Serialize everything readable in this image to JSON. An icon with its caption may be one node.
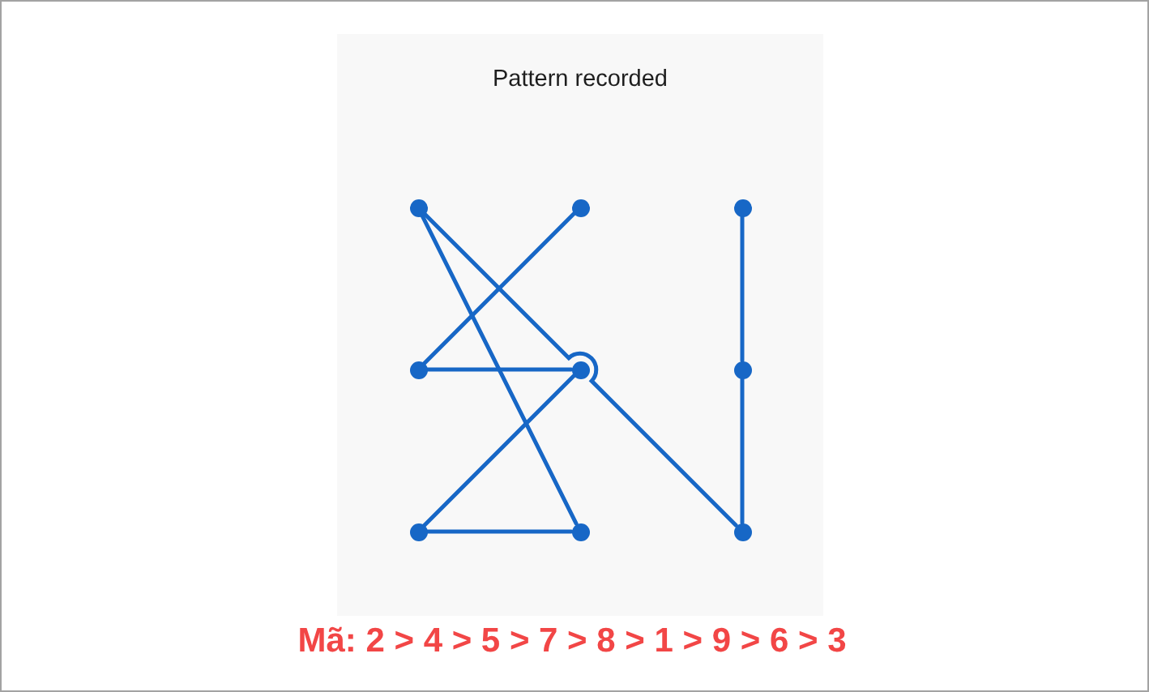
{
  "diagram": {
    "title": "Pattern recorded",
    "caption": "Mã: 2 > 4 > 5 > 7 > 8 > 1 > 9 > 6 > 3",
    "nodes": [
      {
        "text": [],
        "shape": "circle"
      },
      {
        "text": [],
        "shape": "circle"
      },
      {
        "text": [],
        "shape": "circle"
      },
      {
        "text": [],
        "shape": "circle"
      },
      {
        "text": [],
        "shape": "circle"
      },
      {
        "text": [],
        "shape": "circle"
      },
      {
        "text": [],
        "shape": "circle"
      },
      {
        "text": [],
        "shape": "circle"
      },
      {
        "text": [],
        "shape": "circle"
      }
    ],
    "edges": [
      {
        "from": 1,
        "to": 3,
        "arrow": "none"
      },
      {
        "from": 3,
        "to": 4,
        "arrow": "none"
      },
      {
        "from": 4,
        "to": 6,
        "arrow": "none"
      },
      {
        "from": 6,
        "to": 7,
        "arrow": "none"
      },
      {
        "from": 7,
        "to": 0,
        "arrow": "none"
      },
      {
        "from": 0,
        "to": 8,
        "arrow": "none"
      },
      {
        "from": 8,
        "to": 5,
        "arrow": "none"
      },
      {
        "from": 5,
        "to": 2,
        "arrow": "none"
      }
    ]
  }
}
